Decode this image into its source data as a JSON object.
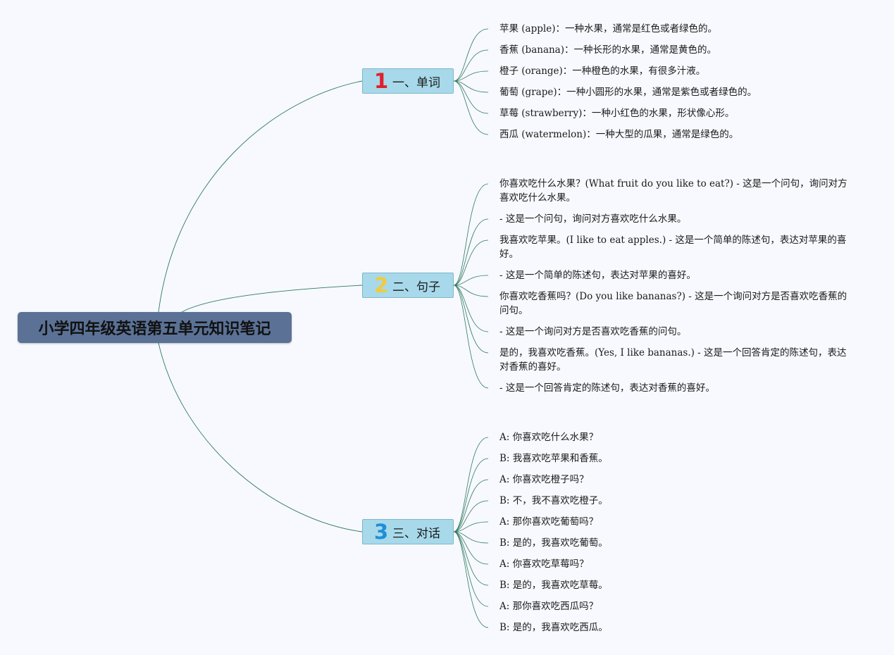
{
  "root": {
    "title": "小学四年级英语第五单元知识笔记"
  },
  "colors": {
    "background": "#f7f9fe",
    "root_fill": "#5b7296",
    "branch_fill": "#a7d9ea",
    "connector": "#2f7a5e",
    "badge_1": "#e0202a",
    "badge_2": "#f1cb3e",
    "badge_3": "#1e8fd6"
  },
  "branches": [
    {
      "number": "1",
      "label": "一、单词",
      "icon": "red-number-one-icon",
      "items": [
        "苹果 (apple)：一种水果，通常是红色或者绿色的。",
        "香蕉 (banana)：一种长形的水果，通常是黄色的。",
        "橙子 (orange)：一种橙色的水果，有很多汁液。",
        "葡萄 (grape)：一种小圆形的水果，通常是紫色或者绿色的。",
        "草莓 (strawberry)：一种小红色的水果，形状像心形。",
        "西瓜 (watermelon)：一种大型的瓜果，通常是绿色的。"
      ]
    },
    {
      "number": "2",
      "label": "二、句子",
      "icon": "yellow-number-two-icon",
      "items": [
        "你喜欢吃什么水果？(What fruit do you like to eat?) - 这是一个问句，询问对方喜欢吃什么水果。",
        "- 这是一个问句，询问对方喜欢吃什么水果。",
        "我喜欢吃苹果。(I like to eat apples.) - 这是一个简单的陈述句，表达对苹果的喜好。",
        "- 这是一个简单的陈述句，表达对苹果的喜好。",
        "你喜欢吃香蕉吗？(Do you like bananas?) - 这是一个询问对方是否喜欢吃香蕉的问句。",
        "- 这是一个询问对方是否喜欢吃香蕉的问句。",
        "是的，我喜欢吃香蕉。(Yes, I like bananas.) - 这是一个回答肯定的陈述句，表达对香蕉的喜好。",
        "- 这是一个回答肯定的陈述句，表达对香蕉的喜好。"
      ]
    },
    {
      "number": "3",
      "label": "三、对话",
      "icon": "blue-number-three-icon",
      "items": [
        "A: 你喜欢吃什么水果？",
        "B: 我喜欢吃苹果和香蕉。",
        "A: 你喜欢吃橙子吗？",
        "B: 不，我不喜欢吃橙子。",
        "A: 那你喜欢吃葡萄吗？",
        "B: 是的，我喜欢吃葡萄。",
        "A: 你喜欢吃草莓吗？",
        "B: 是的，我喜欢吃草莓。",
        "A: 那你喜欢吃西瓜吗？",
        "B: 是的，我喜欢吃西瓜。"
      ]
    }
  ]
}
